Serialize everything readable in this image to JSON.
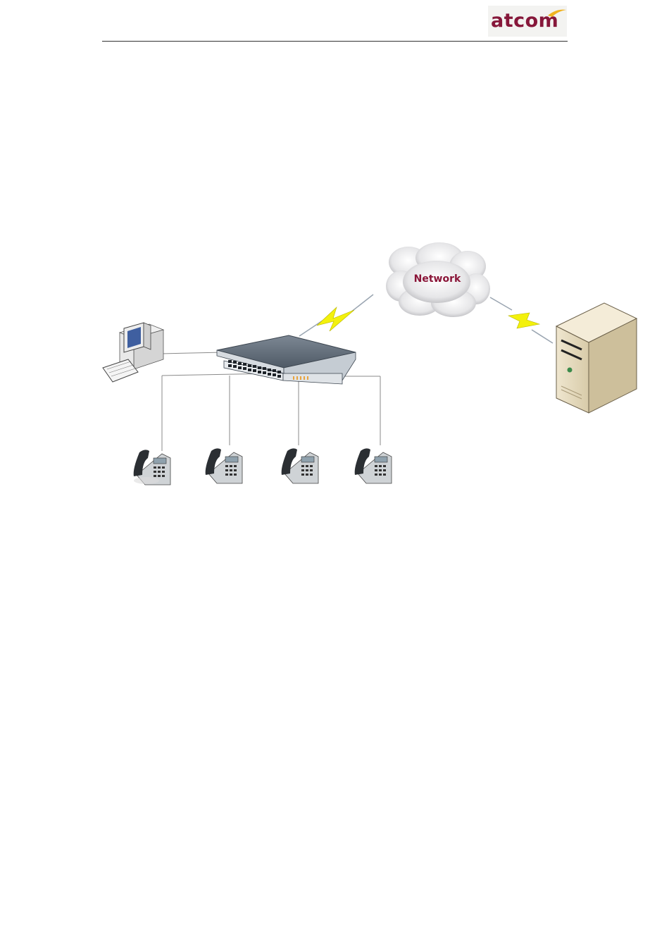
{
  "header": {
    "logo_text": "atcom",
    "brand_color": "#86173a",
    "accent_color": "#f0b321"
  },
  "diagram": {
    "cloud_label": "Network",
    "nodes": [
      {
        "id": "pc",
        "icon": "desktop-computer-icon"
      },
      {
        "id": "switch",
        "icon": "network-switch-icon"
      },
      {
        "id": "cloud",
        "icon": "network-cloud-icon"
      },
      {
        "id": "server",
        "icon": "server-tower-icon"
      },
      {
        "id": "phone-1",
        "icon": "ip-phone-icon"
      },
      {
        "id": "phone-2",
        "icon": "ip-phone-icon"
      },
      {
        "id": "phone-3",
        "icon": "ip-phone-icon"
      },
      {
        "id": "phone-4",
        "icon": "ip-phone-icon"
      }
    ],
    "links": [
      {
        "from": "pc",
        "to": "switch",
        "type": "wired"
      },
      {
        "from": "switch",
        "to": "phone-1",
        "type": "wired"
      },
      {
        "from": "switch",
        "to": "phone-2",
        "type": "wired"
      },
      {
        "from": "switch",
        "to": "phone-3",
        "type": "wired"
      },
      {
        "from": "switch",
        "to": "phone-4",
        "type": "wired"
      },
      {
        "from": "switch",
        "to": "cloud",
        "type": "wireless"
      },
      {
        "from": "cloud",
        "to": "server",
        "type": "wireless"
      }
    ]
  }
}
